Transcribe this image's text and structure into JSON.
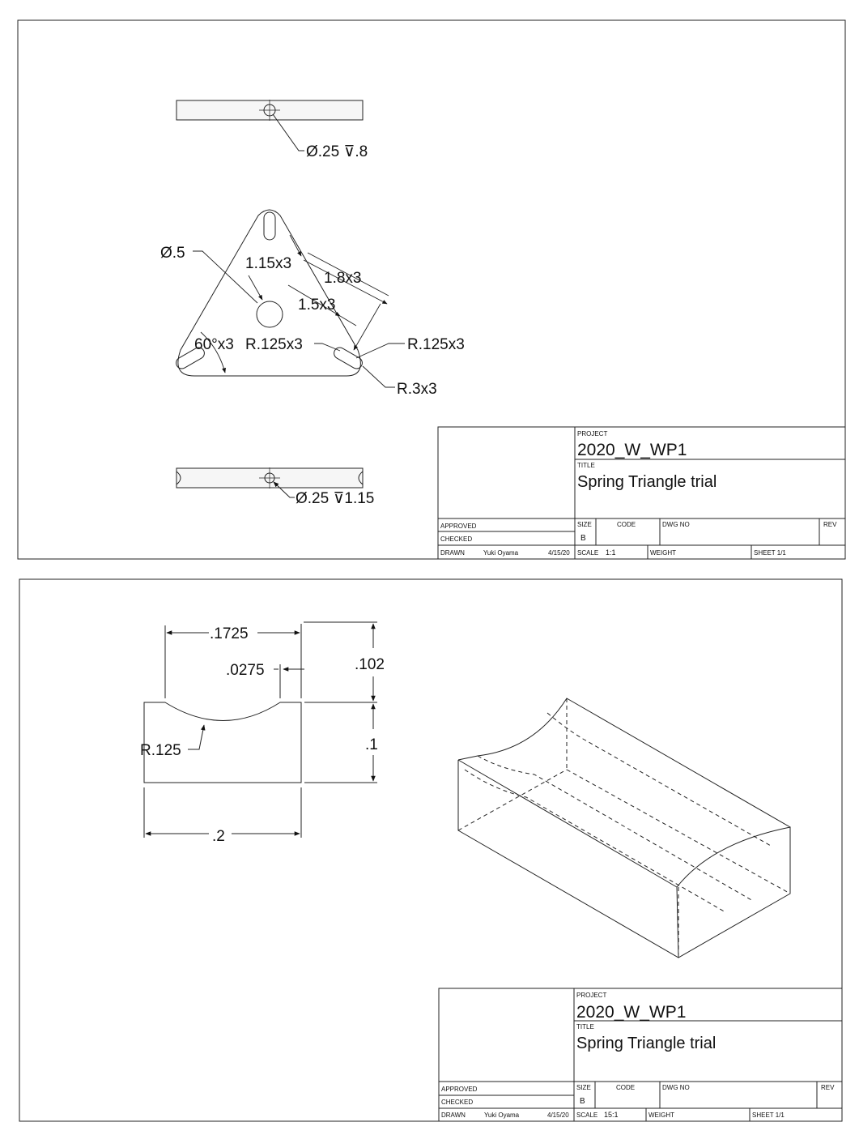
{
  "sheet1": {
    "callouts": {
      "top_hole": "Ø.25 ⊽.8",
      "dia_center": "Ø.5",
      "dim_115": "1.15x3",
      "dim_18": "1.8x3",
      "dim_15": "1.5x3",
      "angle": "60°x3",
      "r125_left": "R.125x3",
      "r125_right": "R.125x3",
      "r3": "R.3x3",
      "bottom_hole": "Ø.25 ⊽1.15"
    },
    "title_block": {
      "project_label": "PROJECT",
      "project": "2020_W_WP1",
      "title_label": "TITLE",
      "title": "Spring Triangle trial",
      "approved_label": "APPROVED",
      "checked_label": "CHECKED",
      "drawn_label": "DRAWN",
      "drawn_by": "Yuki Oyama",
      "date": "4/15/20",
      "size_label": "SIZE",
      "size": "B",
      "code_label": "CODE",
      "dwg_label": "DWG NO",
      "rev_label": "REV",
      "scale_label": "SCALE",
      "scale": "1:1",
      "weight_label": "WEIGHT",
      "sheet": "SHEET 1/1"
    }
  },
  "sheet2": {
    "dims": {
      "top_width": ".1725",
      "offset": ".0275",
      "total_height": ".102",
      "radius": "R.125",
      "block_height": ".1",
      "width": ".2"
    },
    "title_block": {
      "project_label": "PROJECT",
      "project": "2020_W_WP1",
      "title_label": "TITLE",
      "title": "Spring Triangle trial",
      "approved_label": "APPROVED",
      "checked_label": "CHECKED",
      "drawn_label": "DRAWN",
      "drawn_by": "Yuki Oyama",
      "date": "4/15/20",
      "size_label": "SIZE",
      "size": "B",
      "code_label": "CODE",
      "dwg_label": "DWG NO",
      "rev_label": "REV",
      "scale_label": "SCALE",
      "scale": "15:1",
      "weight_label": "WEIGHT",
      "sheet": "SHEET 1/1"
    }
  }
}
